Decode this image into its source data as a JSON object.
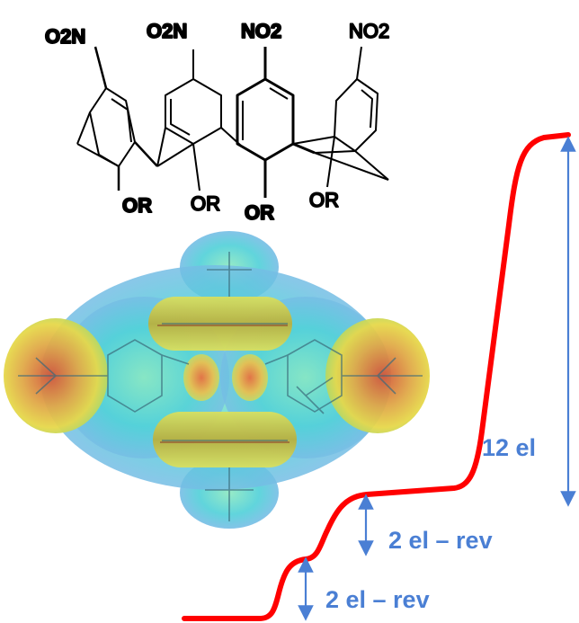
{
  "structure": {
    "groups_top": [
      "O2N",
      "O2N",
      "NO2",
      "NO2"
    ],
    "groups_bottom": [
      "OR",
      "OR",
      "OR",
      "OR"
    ]
  },
  "wave": {
    "steps": [
      {
        "label": "2 el – rev"
      },
      {
        "label": "2 el – rev"
      },
      {
        "label": "12 el"
      }
    ]
  },
  "colors": {
    "wave": "#ff0000",
    "annotation": "#4a7fd4",
    "surface_mid": "#4fd0d8",
    "surface_edge": "#7fb8e8",
    "surface_yellow": "#e6d84a",
    "surface_red": "#d2553a"
  }
}
